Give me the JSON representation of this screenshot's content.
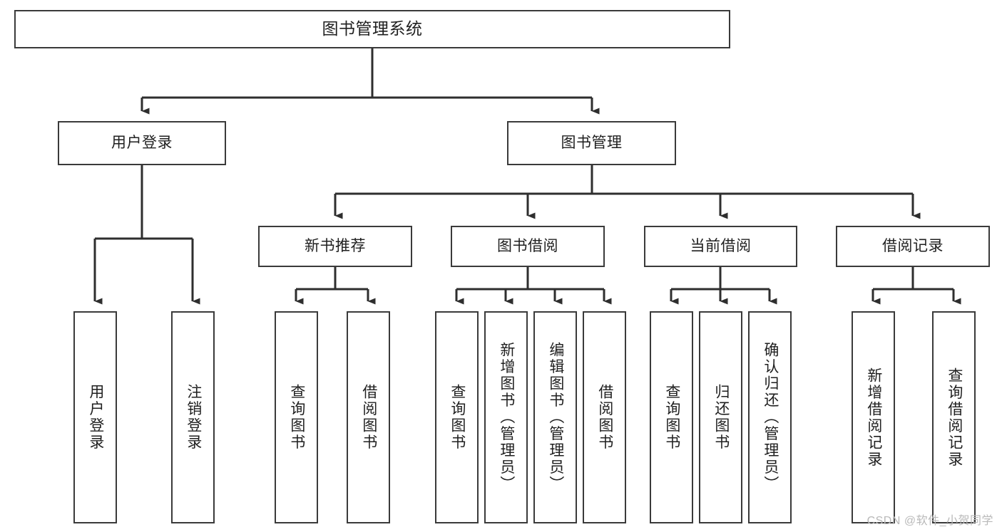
{
  "diagram": {
    "title": "图书管理系统",
    "type": "hierarchy-tree",
    "colors": {
      "box_border": "#3a3a3a",
      "box_fill": "#ffffff",
      "connector": "#2e2e2e",
      "text": "#1f1f1f",
      "watermark": "#b9b9b9"
    },
    "nodes": {
      "root": {
        "label": "图书管理系统"
      },
      "level2": [
        {
          "label": "用户登录"
        },
        {
          "label": "图书管理"
        }
      ],
      "level3": [
        {
          "label": "新书推荐"
        },
        {
          "label": "图书借阅"
        },
        {
          "label": "当前借阅"
        },
        {
          "label": "借阅记录"
        }
      ],
      "leaves": {
        "user_login": [
          {
            "label": "用户登录"
          },
          {
            "label": "注销登录"
          }
        ],
        "new_book_recommend": [
          {
            "label": "查询图书"
          },
          {
            "label": "借阅图书"
          }
        ],
        "book_borrow": [
          {
            "label": "查询图书"
          },
          {
            "label": "新增图书（管理员）"
          },
          {
            "label": "编辑图书（管理员）"
          },
          {
            "label": "借阅图书"
          }
        ],
        "current_borrow": [
          {
            "label": "查询图书"
          },
          {
            "label": "归还图书"
          },
          {
            "label": "确认归还（管理员）"
          }
        ],
        "borrow_record": [
          {
            "label": "新增借阅记录"
          },
          {
            "label": "查询借阅记录"
          }
        ]
      }
    },
    "watermark": "CSDN @软件_小贺同学"
  }
}
